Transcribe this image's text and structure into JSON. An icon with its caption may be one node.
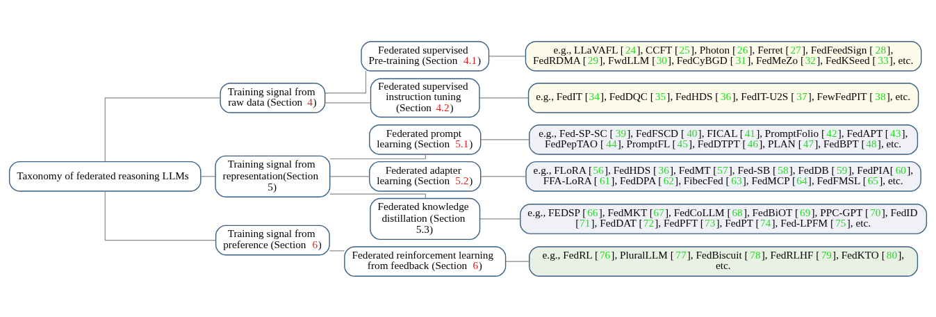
{
  "diagram": {
    "nodes": [
      {
        "text": [
          "Taxonomy of federated reasoning LLMs"
        ]
      },
      {
        "text": [
          "Training signal from raw data (Section 4)"
        ]
      },
      {
        "text": [
          "Federated supervised Pre-training (Section 4.1)"
        ]
      },
      {
        "text": [
          "e.g., LLaVAFL [24], CCFT [25], Photon [26], Ferret [27], FedFeedSign [28], FedRDMA [29], FwdLLM [30], FedCyBGD [31], FedMeZo [32], FedKSeed [33], etc."
        ]
      },
      {
        "text": [
          "Federated supervised instruction tuning (Section 4.2)"
        ]
      },
      {
        "text": [
          "e.g., FedIT [34], FedDQC [35], FedHDS [36], FedIT-U2S [37], FewFedPIT [38], etc."
        ]
      },
      {
        "text": [
          "Training signal from representation(Section 5)"
        ]
      },
      {
        "text": [
          "Federated prompt learning (Section 5.1)"
        ]
      },
      {
        "text": [
          "e.g., Fed-SP-SC [39], FedFSCD [40], FICAL [41], PromptFolio [42], FedAPT [43], FedPepTAO [44], PromptFL [45], FedDTPT [46], PLAN [47], FedBPT [48], etc."
        ]
      },
      {
        "text": [
          "Federated adapter learning (Section 5.2)"
        ]
      },
      {
        "text": [
          "e.g., FLoRA [56], FedHDS [36], FedMT [57], Fed-SB [58], FedDB [59], FedPIA[60], FFA-LoRA [61], FedDPA [62], FibecFed [63], FedMCP [64], FedFMSL [65], etc."
        ]
      },
      {
        "text": [
          "Federated knowledge distillation (Section 5.3)"
        ]
      },
      {
        "text": [
          "e.g., FEDSP [66], FedMKT [67], FedCoLLM [68], FedBiOT [69], PPC-GPT [70], FedID [71], FedDAT [72], FedPFT [73], FedPT [74], Fed-LPFM [75], etc."
        ]
      },
      {
        "text": [
          "Training signal from preference (Section 6)"
        ]
      },
      {
        "text": [
          "Federated reinforcement learning from feedback (Section 6)"
        ]
      },
      {
        "text": [
          "e.g., FedRL [76], PluralLLM [77], FedBiscuit [78], FedRLHF [79], FedKTO [80], etc."
        ]
      }
    ],
    "edges": [
      {
        "from": 0,
        "to": 1,
        "arrow": "none"
      },
      {
        "from": 0,
        "to": 6,
        "arrow": "none"
      },
      {
        "from": 0,
        "to": 13,
        "arrow": "none"
      },
      {
        "from": 1,
        "to": 2,
        "arrow": "none"
      },
      {
        "from": 1,
        "to": 4,
        "arrow": "none"
      },
      {
        "from": 2,
        "to": 3,
        "arrow": "none"
      },
      {
        "from": 4,
        "to": 5,
        "arrow": "none"
      },
      {
        "from": 6,
        "to": 7,
        "arrow": "none"
      },
      {
        "from": 6,
        "to": 9,
        "arrow": "none"
      },
      {
        "from": 6,
        "to": 11,
        "arrow": "none"
      },
      {
        "from": 7,
        "to": 8,
        "arrow": "none"
      },
      {
        "from": 9,
        "to": 10,
        "arrow": "none"
      },
      {
        "from": 11,
        "to": 12,
        "arrow": "none"
      },
      {
        "from": 13,
        "to": 14,
        "arrow": "none"
      },
      {
        "from": 14,
        "to": 15,
        "arrow": "none"
      }
    ]
  }
}
